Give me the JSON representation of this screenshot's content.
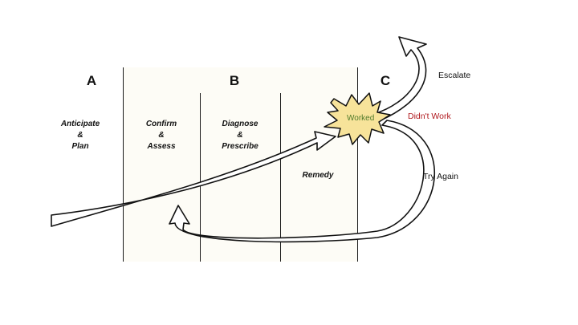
{
  "sections": {
    "a": "A",
    "b": "B",
    "c": "C"
  },
  "stages": {
    "anticipate": "Anticipate\n&\nPlan",
    "confirm": "Confirm\n&\nAssess",
    "diagnose": "Diagnose\n&\nPrescribe",
    "remedy": "Remedy"
  },
  "outcomes": {
    "worked": "Worked",
    "escalate": "Escalate",
    "didnt_work": "Didn't Work",
    "try_again": "Try Again"
  },
  "colors": {
    "ink": "#111111",
    "starburst_fill": "#f7e39a",
    "worked_text": "#4f7a2a",
    "didnt_work_text": "#b0191e",
    "section_b_shade": "#fdfcf6"
  }
}
